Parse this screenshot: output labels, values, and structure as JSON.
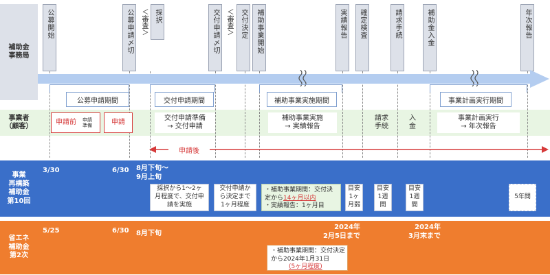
{
  "row_heads": {
    "office": "補助金\n事務局",
    "customer": "事業者\n（顧客）",
    "round10": "事業\n再構築\n補助金\n第10回",
    "energy": "省エネ\n補助金\n第2次"
  },
  "milestones": [
    "公募開始",
    "公募申請〆切",
    "＜審査＞",
    "採択",
    "交付申請〆切",
    "＜審査＞",
    "交付決定",
    "補助事業開始",
    "実績報告",
    "確定検査",
    "請求手続",
    "補助金入金",
    "年次報告"
  ],
  "periods": {
    "koubo": "公募申請期間",
    "koufu": "交付申請期間",
    "jigyou": "補助事業実施期間",
    "keikaku": "事業計画実行期間"
  },
  "customer": {
    "pre": "申請前",
    "prep": "申請準備",
    "apply": "申請",
    "koufu_prep": "交付申請準備\n→ 交付申請",
    "jigyou": "補助事業実施\n→ 実績報告",
    "seikyu": "請求\n手続",
    "nyukin": "入\n金",
    "keikaku": "事業計画実行\n→ 年次報告"
  },
  "after_apply": "申請後",
  "round10": {
    "d1": "3/30",
    "d2": "6/30",
    "d3": "8月下旬～\n9月上旬",
    "n1": "採択から1～2ヶ\n月程度で、交付申\n請を実施",
    "n2": "交付申請か\nら決定まで\n1ヶ月程度",
    "n3a": "・補助事業期間：交付決\n定から",
    "n3b": "14ヶ月以内",
    "n3c": "・実績報告：1ヶ月目",
    "n4": "目安\n1ヶ\n月弱",
    "n5": "目安\n1週\n間",
    "n6": "目安\n1週\n間",
    "n7": "5年間"
  },
  "energy": {
    "d1": "5/25",
    "d2": "6/30",
    "d3": "8月下旬",
    "d4": "2024年\n2月5日まで",
    "d5": "2024年\n3月末まで",
    "n1a": "・補助事業期間：交付決定\nから2024年1月31日",
    "n1b": "(5ヶ月程度)"
  },
  "colors": {
    "blue": "#3a6fc9",
    "orange": "#ef7d2e",
    "green_band": "#e8f5e3",
    "arrow": "#b4cdf0",
    "red": "#d63a3a"
  }
}
